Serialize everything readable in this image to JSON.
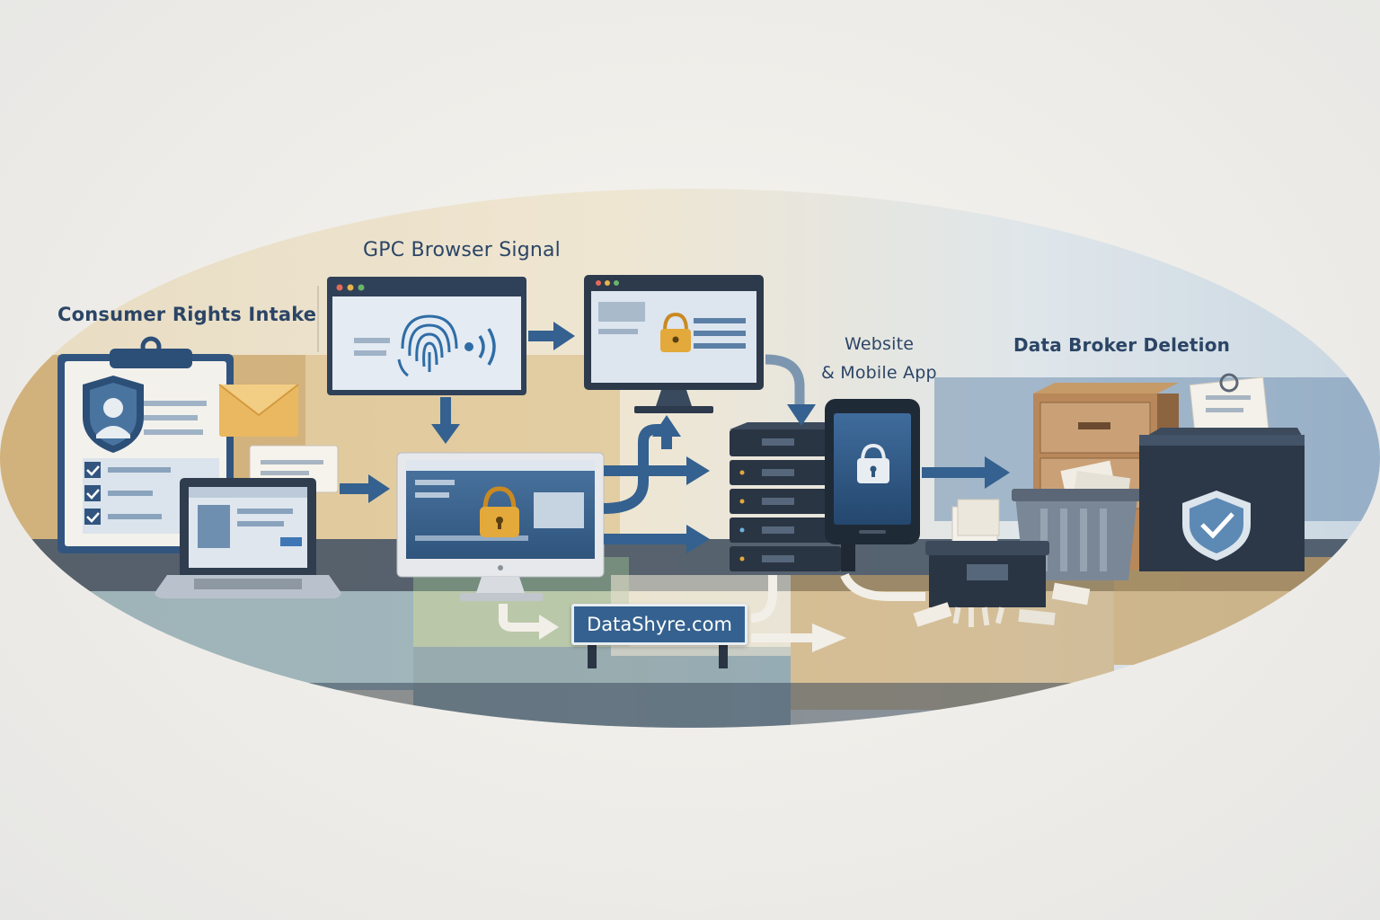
{
  "labels": {
    "intake": "Consumer Rights Intake",
    "gpc": "GPC Browser Signal",
    "website_line1": "Website",
    "website_line2": "& Mobile App",
    "broker": "Data Broker Deletion"
  },
  "brand_sign": "DataShyre.com",
  "icons": [
    "clipboard-icon",
    "shield-user-icon",
    "envelope-icon",
    "laptop-icon",
    "browser-window-icon",
    "fingerprint-icon",
    "signal-waves-icon",
    "desktop-monitor-icon",
    "padlock-icon",
    "server-rack-icon",
    "smartphone-icon",
    "filing-cabinet-icon",
    "trash-bin-icon",
    "paper-shredder-icon",
    "shield-check-icon",
    "flow-arrow-icon"
  ],
  "colors": {
    "navy": "#2b4566",
    "blue": "#34618f",
    "slate": "#3c4a5c",
    "sand": "#c9a364",
    "gold": "#e3a93a",
    "paper": "#f3f1ec",
    "teal": "#6f96a3"
  }
}
